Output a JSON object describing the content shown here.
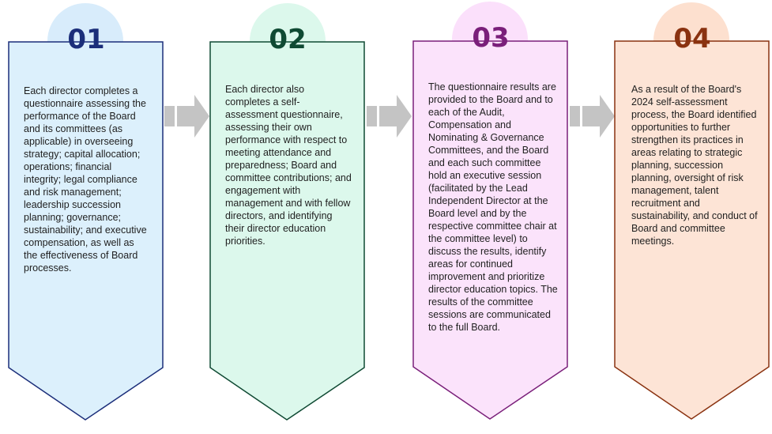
{
  "steps": [
    {
      "number": "01",
      "text": "Each director completes a questionnaire assessing the performance of the Board and its committees (as applicable) in overseeing strategy; capital allocation; operations; financial integrity; legal compliance and risk management; leadership succession planning; governance; sustainability; and executive compensation, as well as the effectiveness of Board processes.",
      "fill": "#dcf0fc",
      "stroke": "#1b2e7a",
      "circle": "#d8ecfb",
      "number_color": "#1b2e7a"
    },
    {
      "number": "02",
      "text": "Each director also completes a self-assessment questionnaire, assessing their own performance with respect to meeting attendance and preparedness; Board and committee contributions; and engagement with management and with fellow directors, and identifying their director education priorities.",
      "fill": "#dcf8ec",
      "stroke": "#0f4a33",
      "circle": "#dcf8ec",
      "number_color": "#0f4a33"
    },
    {
      "number": "03",
      "text": "The questionnaire results are provided to the Board and to each of the Audit, Compensation and Nominating & Governance Committees, and the Board and each such committee hold an executive session (facilitated by the Lead Independent Director at the Board level and by the respective committee chair at the committee level) to discuss the results, identify areas for continued improvement and prioritize director education topics.  The results of the committee sessions are communicated to the full Board.",
      "fill": "#fbe3fb",
      "stroke": "#7a1f7a",
      "circle": "#fbe0fb",
      "number_color": "#7a1f7a"
    },
    {
      "number": "04",
      "text": "As a result of the Board's 2024 self-assessment process, the Board identified opportunities to further strengthen its practices in areas relating to strategic planning, succession planning, oversight of risk management, talent recruitment and sustainability, and conduct of Board and committee meetings.",
      "fill": "#fde4d6",
      "stroke": "#8a3210",
      "circle": "#fde0cf",
      "number_color": "#8a3210"
    }
  ],
  "arrow_color": "#c4c4c4"
}
